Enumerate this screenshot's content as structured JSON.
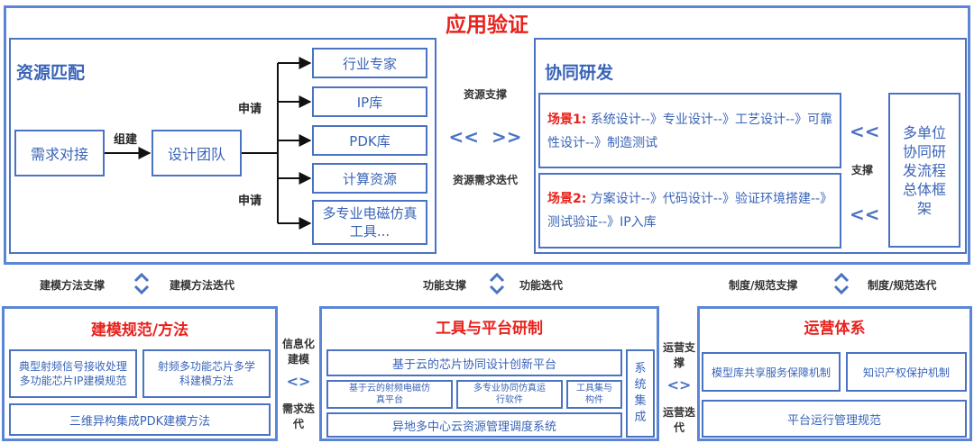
{
  "top": {
    "title": "应用验证",
    "resource": {
      "title": "资源匹配",
      "demand": "需求对接",
      "build_label": "组建",
      "team": "设计团队",
      "apply_label_1": "申请",
      "apply_label_2": "申请",
      "targets": [
        "行业专家",
        "IP库",
        "PDK库",
        "计算资源",
        "多专业电磁仿真工具..."
      ]
    },
    "middle": {
      "support": "资源支撑",
      "arrows": "<<  >>",
      "iterate": "资源需求迭代"
    },
    "collab": {
      "title": "协同研发",
      "s1_label": "场景1:",
      "s1_text": "系统设计--》专业设计--》工艺设计--》可靠性设计--》制造测试",
      "s2_label": "场景2:",
      "s2_text": "方案设计--》代码设计--》验证环境搭建--》测试验证--》IP入库",
      "support_label": "支撑",
      "chev1": "<<",
      "chev2": "<<",
      "framework": "多单位协同研发流程总体框架"
    }
  },
  "connectors": {
    "left_a": "建模方法支撑",
    "left_b": "建模方法迭代",
    "mid_a": "功能支撑",
    "mid_b": "功能迭代",
    "right_a": "制度/规范支撑",
    "right_b": "制度/规范迭代"
  },
  "bottom": {
    "modeling": {
      "title": "建模规范/方法",
      "box1": "典型射频信号接收处理多功能芯片IP建模规范",
      "box2": "射频多功能芯片多学科建模方法",
      "box3": "三维异构集成PDK建模方法"
    },
    "link1": {
      "top": "信息化建模",
      "arrows": "<>",
      "bottom": "需求迭代"
    },
    "tools": {
      "title": "工具与平台研制",
      "row1": "基于云的芯片协同设计创新平台",
      "row2a": "基于云的射频电磁仿真平台",
      "row2b": "多专业协同仿真运行软件",
      "row2c": "工具集与构件",
      "row3": "异地多中心云资源管理调度系统",
      "side": "系统集成"
    },
    "link2": {
      "top": "运营支撑",
      "arrows": "<>",
      "bottom": "运营迭代"
    },
    "ops": {
      "title": "运营体系",
      "box1": "模型库共享服务保障机制",
      "box2": "知识产权保护机制",
      "box3": "平台运行管理规范"
    }
  }
}
